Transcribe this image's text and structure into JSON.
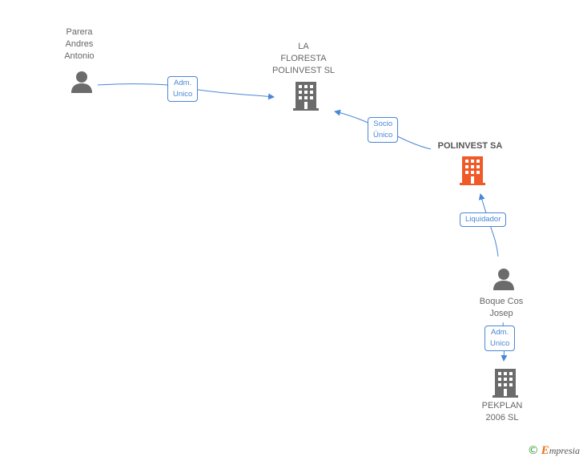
{
  "nodes": {
    "parera": {
      "label": "Parera\nAndres\nAntonio",
      "type": "person-icon"
    },
    "la_floresta": {
      "label": "LA\nFLORESTA\nPOLINVEST SL",
      "type": "building-icon"
    },
    "polinvest": {
      "label": "POLINVEST SA",
      "type": "building-icon",
      "color": "#f05a28"
    },
    "boque": {
      "label": "Boque Cos\nJosep",
      "type": "person-icon"
    },
    "pekplan": {
      "label": "PEKPLAN\n2006 SL",
      "type": "building-icon"
    }
  },
  "relations": [
    {
      "label": "Adm.\nUnico",
      "from": "Parera Andres Antonio",
      "to": "LA FLORESTA POLINVEST SL"
    },
    {
      "label": "Socio\nÚnico",
      "from": "POLINVEST SA",
      "to": "LA FLORESTA POLINVEST SL"
    },
    {
      "label": "Liquidador",
      "from": "Boque Cos Josep",
      "to": "POLINVEST SA"
    },
    {
      "label": "Adm.\nUnico",
      "from": "Boque Cos Josep",
      "to": "PEKPLAN 2006 SL"
    }
  ],
  "colors": {
    "edge": "#4a86d8",
    "icon": "#6b6b6b",
    "focus": "#f05a28"
  },
  "footer": {
    "copyright_symbol": "©",
    "brand_initial": "E",
    "brand_rest": "mpresia"
  }
}
